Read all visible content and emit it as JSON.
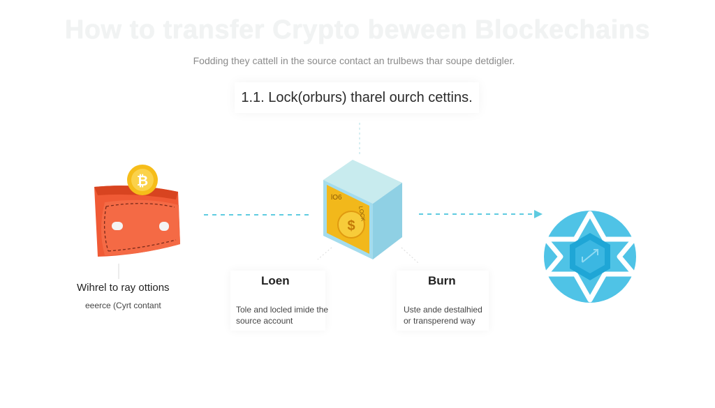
{
  "header": {
    "title": "How to transfer Crypto beween Blockechains",
    "subtitle": "Fodding they cattell in the source contact an trulbews thar soupe detdigler."
  },
  "step": {
    "label": "1.1. Lock(orburs) tharel ourch cettins."
  },
  "left": {
    "title": "Wihrel to ray ottions",
    "desc": "eeerce (Cyrt contant"
  },
  "lock": {
    "title": "Loen",
    "desc_line1": "Tole and locled imide the",
    "desc_line2": "source account"
  },
  "burn": {
    "title": "Burn",
    "desc_line1": "Uste ande  destalhied",
    "desc_line2": "or transperend way"
  },
  "icons": {
    "wallet": "wallet-icon",
    "coin": "bitcoin-coin-icon",
    "vault": "vault-cube-icon",
    "destination": "star-chain-icon"
  },
  "colors": {
    "wallet": "#f05a35",
    "coin": "#f6bd1a",
    "cube_top": "#c8ebee",
    "cube_side": "#8fd0e4",
    "cube_front": "#f2b81b",
    "chain": "#4fc3e6",
    "arrow": "#5fcbe0"
  }
}
